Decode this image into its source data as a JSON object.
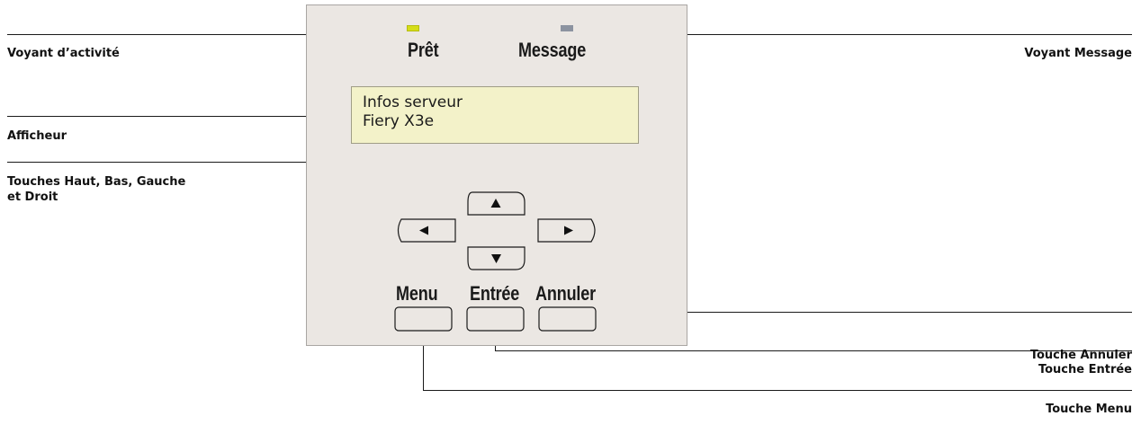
{
  "panel": {
    "ready_label": "Prêt",
    "message_label": "Message",
    "display": {
      "line1": "Infos serveur",
      "line2": "Fiery X3e"
    },
    "buttons": {
      "menu": "Menu",
      "enter": "Entrée",
      "cancel": "Annuler"
    },
    "colors": {
      "panel_bg": "#ebe7e3",
      "display_bg": "#f3f2c9",
      "ready_led": "#d5dd18",
      "message_led": "#8c93a0"
    }
  },
  "callouts": {
    "activity_light": "Voyant d’activité",
    "display": "Afficheur",
    "arrow_keys_line1": "Touches Haut, Bas, Gauche",
    "arrow_keys_line2": "et Droit",
    "message_light": "Voyant Message",
    "cancel_key": "Touche Annuler",
    "enter_key": "Touche Entrée",
    "menu_key": "Touche Menu"
  }
}
